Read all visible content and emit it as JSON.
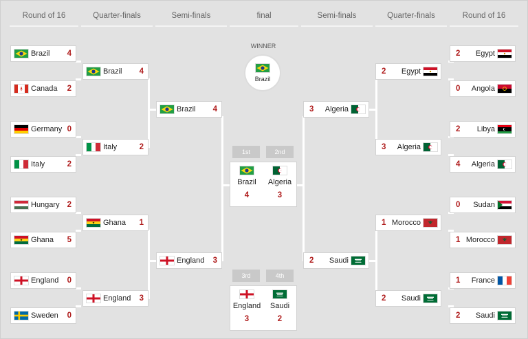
{
  "headers": [
    "Round of 16",
    "Quarter-finals",
    "Semi-finals",
    "final",
    "Semi-finals",
    "Quarter-finals",
    "Round of 16"
  ],
  "winner": {
    "label": "WINNER",
    "team": "Brazil",
    "flag": "brazil"
  },
  "placements": {
    "first_tab": "1st",
    "second_tab": "2nd",
    "third_tab": "3rd",
    "fourth_tab": "4th",
    "final": [
      {
        "team": "Brazil",
        "flag": "brazil",
        "score": "4"
      },
      {
        "team": "Algeria",
        "flag": "algeria",
        "score": "3"
      }
    ],
    "third_place": [
      {
        "team": "England",
        "flag": "england",
        "score": "3"
      },
      {
        "team": "Saudi",
        "flag": "saudi",
        "score": "2"
      }
    ]
  },
  "left": {
    "r16": [
      {
        "team": "Brazil",
        "flag": "brazil",
        "score": "4"
      },
      {
        "team": "Canada",
        "flag": "canada",
        "score": "2"
      },
      {
        "team": "Germany",
        "flag": "germany",
        "score": "0"
      },
      {
        "team": "Italy",
        "flag": "italy",
        "score": "2"
      },
      {
        "team": "Hungary",
        "flag": "hungary",
        "score": "2"
      },
      {
        "team": "Ghana",
        "flag": "ghana",
        "score": "5"
      },
      {
        "team": "England",
        "flag": "england",
        "score": "0"
      },
      {
        "team": "Sweden",
        "flag": "sweden",
        "score": "0"
      }
    ],
    "qf": [
      {
        "team": "Brazil",
        "flag": "brazil",
        "score": "4"
      },
      {
        "team": "Italy",
        "flag": "italy",
        "score": "2"
      },
      {
        "team": "Ghana",
        "flag": "ghana",
        "score": "1"
      },
      {
        "team": "England",
        "flag": "england",
        "score": "3"
      }
    ],
    "sf": [
      {
        "team": "Brazil",
        "flag": "brazil",
        "score": "4"
      },
      {
        "team": "England",
        "flag": "england",
        "score": "3"
      }
    ]
  },
  "right": {
    "r16": [
      {
        "team": "Egypt",
        "flag": "egypt",
        "score": "2"
      },
      {
        "team": "Angola",
        "flag": "angola",
        "score": "0"
      },
      {
        "team": "Libya",
        "flag": "libya",
        "score": "2"
      },
      {
        "team": "Algeria",
        "flag": "algeria",
        "score": "4"
      },
      {
        "team": "Sudan",
        "flag": "sudan",
        "score": "0"
      },
      {
        "team": "Morocco",
        "flag": "morocco",
        "score": "1"
      },
      {
        "team": "France",
        "flag": "france",
        "score": "1"
      },
      {
        "team": "Saudi",
        "flag": "saudi",
        "score": "2"
      }
    ],
    "qf": [
      {
        "team": "Egypt",
        "flag": "egypt",
        "score": "2"
      },
      {
        "team": "Algeria",
        "flag": "algeria",
        "score": "3"
      },
      {
        "team": "Morocco",
        "flag": "morocco",
        "score": "1"
      },
      {
        "team": "Saudi",
        "flag": "saudi",
        "score": "2"
      }
    ],
    "sf": [
      {
        "team": "Algeria",
        "flag": "algeria",
        "score": "3"
      },
      {
        "team": "Saudi",
        "flag": "saudi",
        "score": "2"
      }
    ]
  },
  "colors": {
    "score": "#b01e1e",
    "background": "#e2e2e2",
    "tab": "#c9c9c9"
  }
}
